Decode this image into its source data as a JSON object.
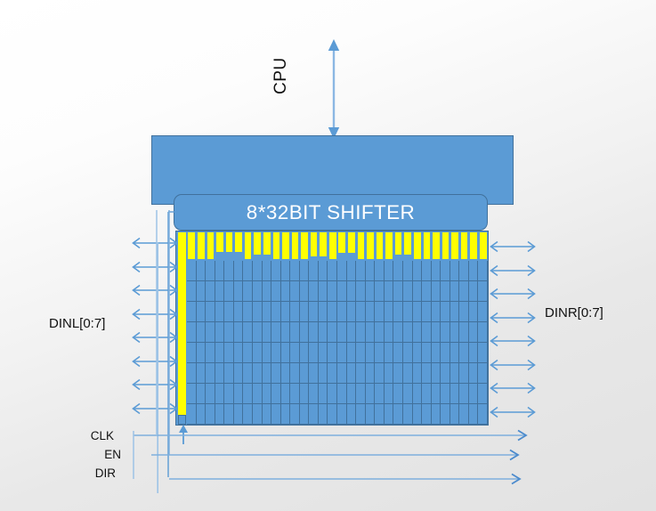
{
  "diagram": {
    "title": "8x32 bit shifter register array block diagram",
    "background_top": "#ffffff",
    "background_bottom": "#e2e2e2",
    "accent_blue": "#5B9BD5",
    "border_blue": "#41719C",
    "highlight_yellow": "#FFFF00",
    "arrow_blue": "#5B9BD5",
    "text_dark": "#111111",
    "text_light": "#FFFFFF"
  },
  "cpu": {
    "label": "CPU",
    "arrow_name": "cpu-bus-arrow",
    "arrow_direction": "bidirectional-vertical"
  },
  "cpu_block": {
    "label": ""
  },
  "shifter": {
    "label": "8*32BIT SHIFTER"
  },
  "array": {
    "columns": 32,
    "rows": 8,
    "highlight_row_label": "shift-row-highlight",
    "highlight_column_label": "shift-column-highlight",
    "yellow_bar_heights": [
      30,
      30,
      30,
      22,
      22,
      22,
      30,
      25,
      25,
      30,
      30,
      30,
      30,
      27,
      27,
      30,
      23,
      23,
      30,
      30,
      30,
      30,
      25,
      25,
      30,
      30,
      30,
      30,
      30,
      30,
      30,
      30
    ]
  },
  "ports": {
    "left": {
      "label": "DINL[0:7]",
      "count": 8,
      "direction": "bidirectional"
    },
    "right": {
      "label": "DINR[0:7]",
      "count": 8,
      "direction": "bidirectional"
    }
  },
  "control_signals": [
    {
      "label": "CLK",
      "direction": "right"
    },
    {
      "label": "EN",
      "direction": "right"
    },
    {
      "label": "DIR",
      "direction": "right"
    }
  ]
}
